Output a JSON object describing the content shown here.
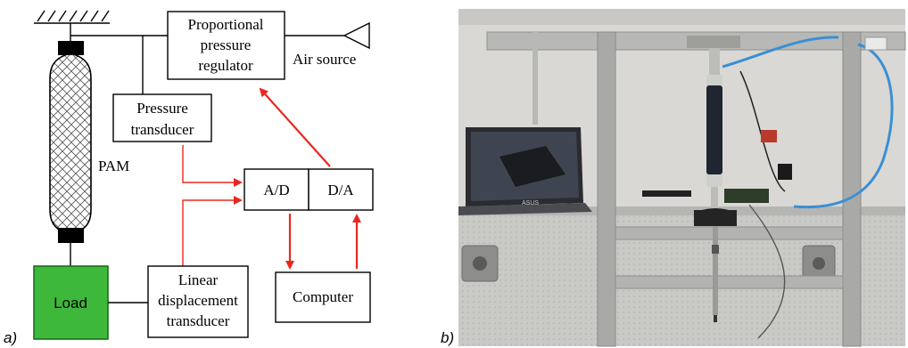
{
  "panel_a": {
    "label": "a)",
    "pam_label": "PAM",
    "regulator": [
      "Proportional",
      "pressure",
      "regulator"
    ],
    "air_source": "Air source",
    "pressure_transducer": [
      "Pressure",
      "transducer"
    ],
    "ad": "A/D",
    "da": "D/A",
    "load": "Load",
    "linear_transducer": [
      "Linear",
      "displacement",
      "transducer"
    ],
    "computer": "Computer",
    "colors": {
      "signal": "#e8281e",
      "load": "#3db83a"
    }
  },
  "panel_b": {
    "label": "b)",
    "photo": {
      "laptop_brand": "ASUS",
      "colors": {
        "wall": "#d9d8d4",
        "frame": "#a9aaa7",
        "muscle": "#1f2631",
        "tubing": "#3a8fd4",
        "bench": "#c8c8c4"
      }
    }
  }
}
